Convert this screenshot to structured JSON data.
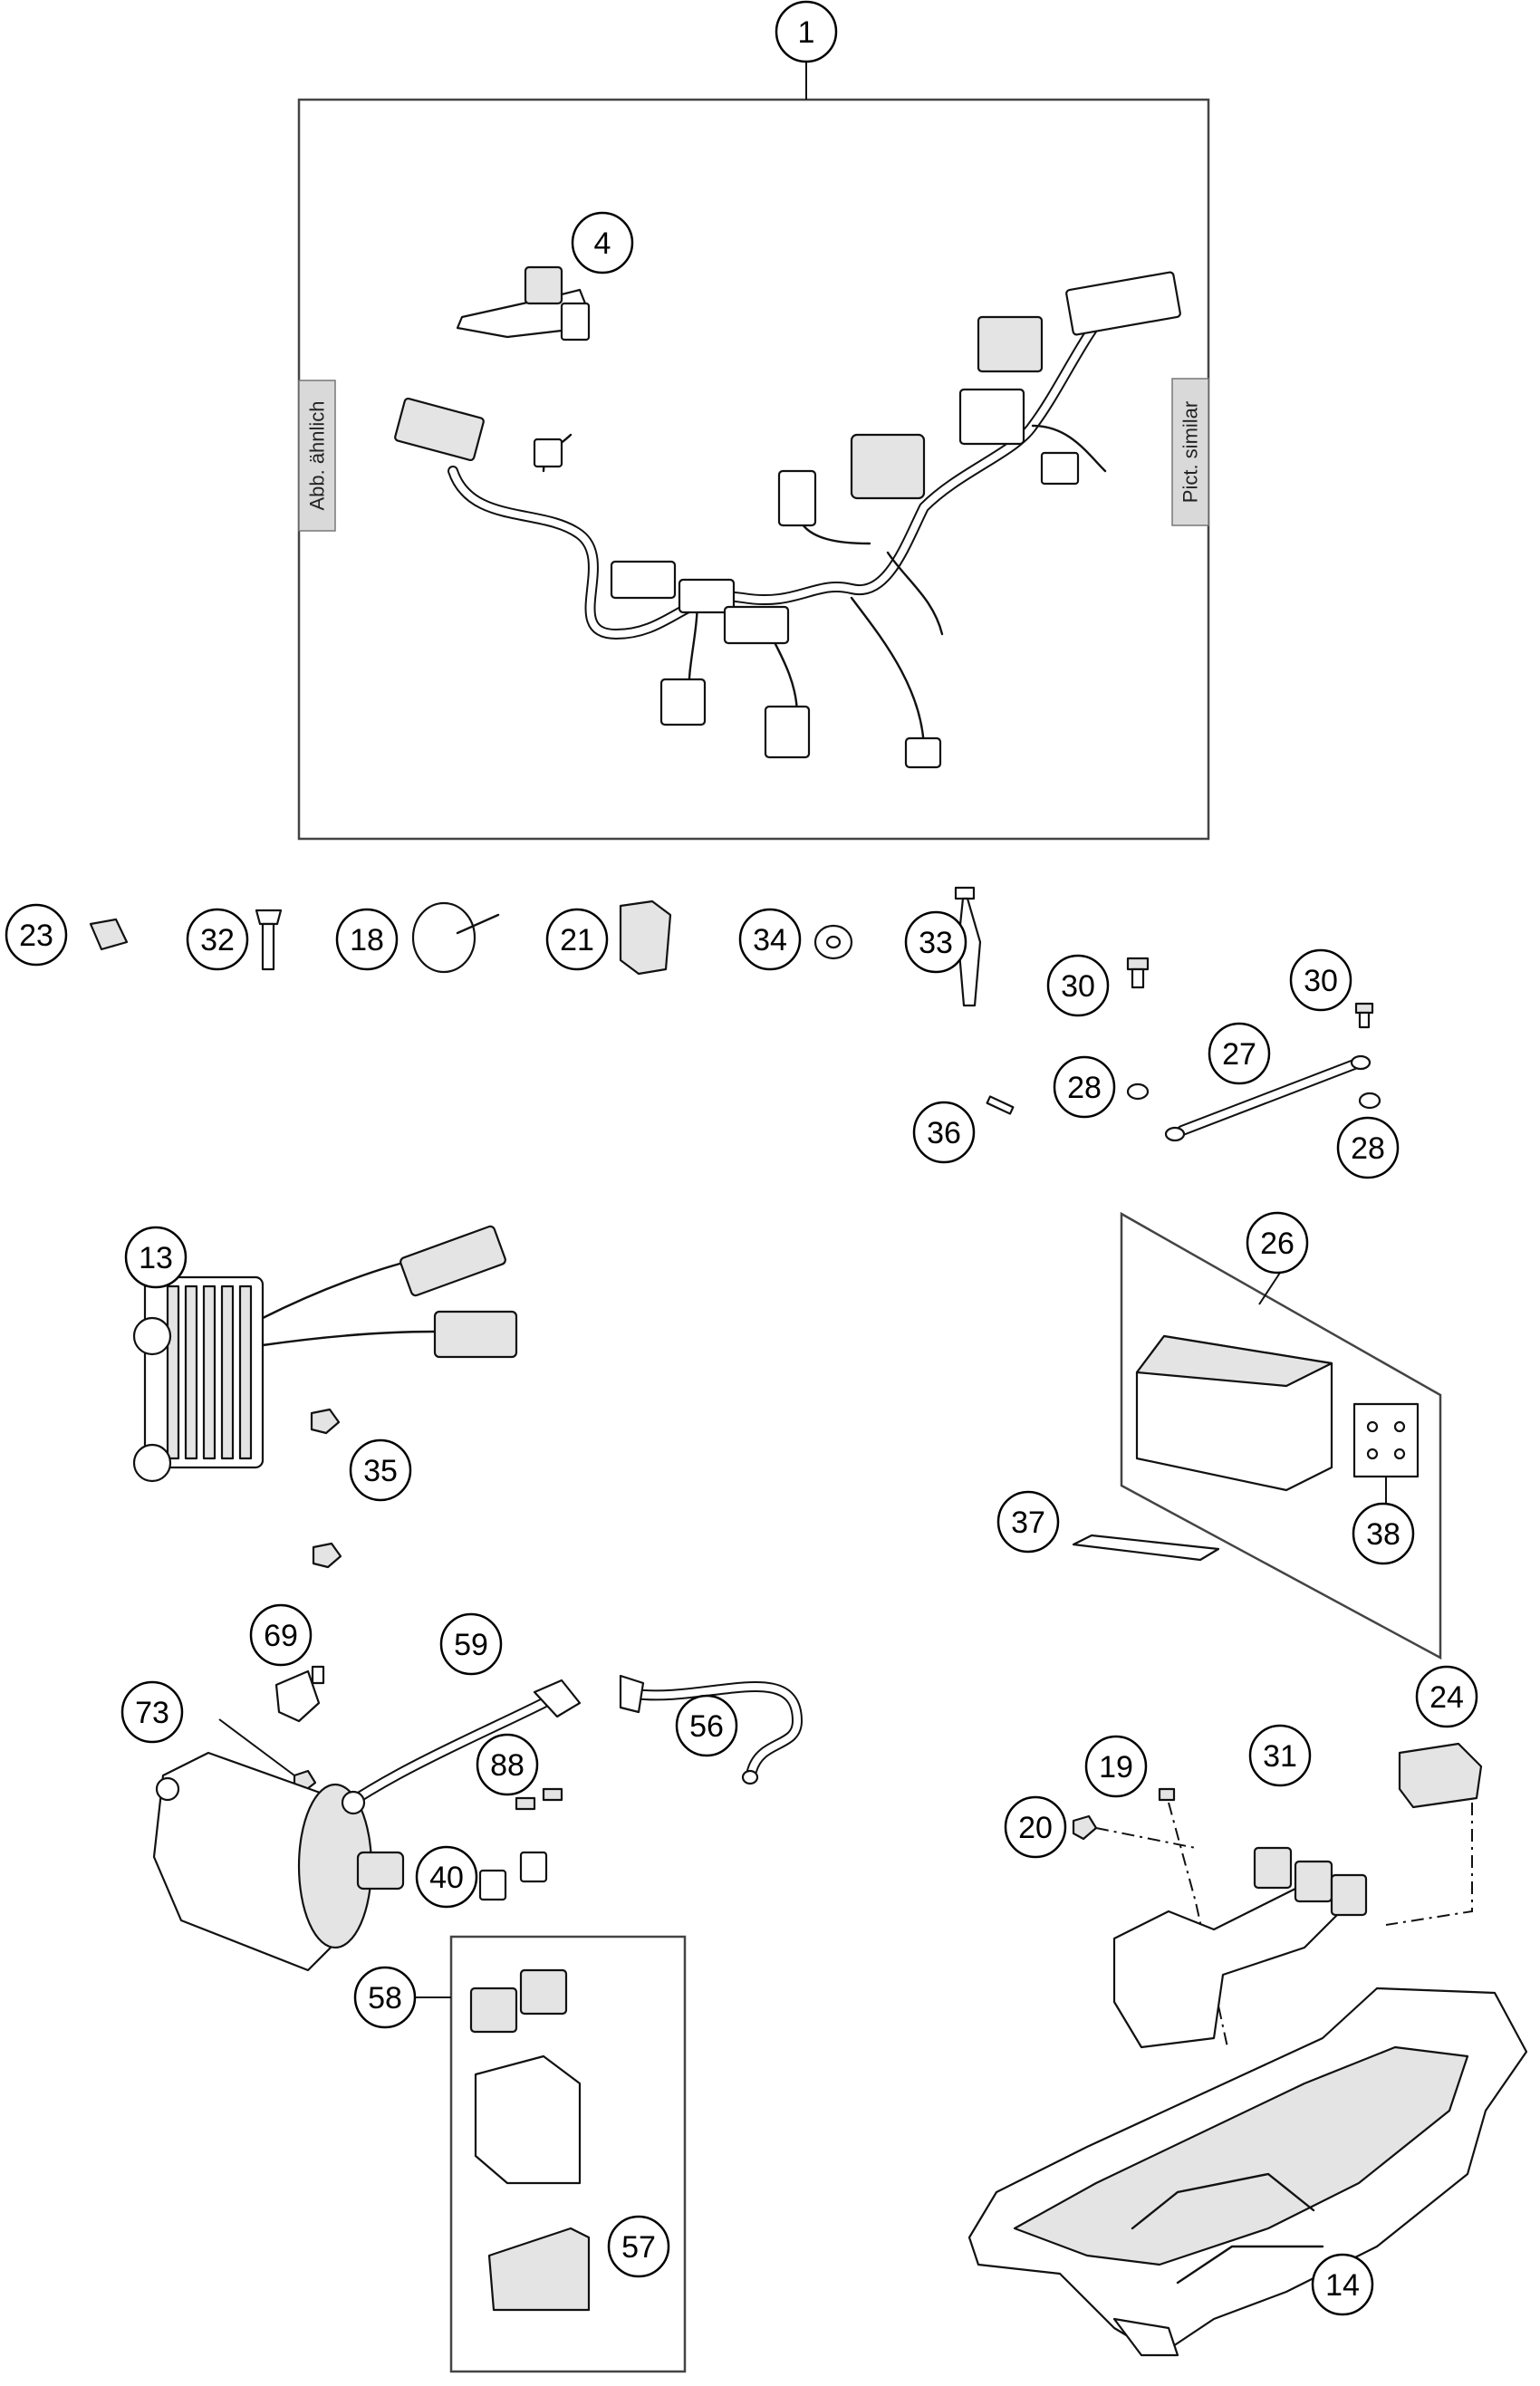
{
  "frame_labels": {
    "left": "Abb. ähnlich",
    "right": "Pict. similar"
  },
  "callouts": [
    {
      "id": "c1",
      "label": "1"
    },
    {
      "id": "c4",
      "label": "4"
    },
    {
      "id": "c23",
      "label": "23"
    },
    {
      "id": "c32",
      "label": "32"
    },
    {
      "id": "c18",
      "label": "18"
    },
    {
      "id": "c21",
      "label": "21"
    },
    {
      "id": "c34",
      "label": "34"
    },
    {
      "id": "c33",
      "label": "33"
    },
    {
      "id": "c30a",
      "label": "30"
    },
    {
      "id": "c30b",
      "label": "30"
    },
    {
      "id": "c27",
      "label": "27"
    },
    {
      "id": "c28a",
      "label": "28"
    },
    {
      "id": "c28b",
      "label": "28"
    },
    {
      "id": "c36",
      "label": "36"
    },
    {
      "id": "c13",
      "label": "13"
    },
    {
      "id": "c35",
      "label": "35"
    },
    {
      "id": "c26",
      "label": "26"
    },
    {
      "id": "c38",
      "label": "38"
    },
    {
      "id": "c37",
      "label": "37"
    },
    {
      "id": "c69",
      "label": "69"
    },
    {
      "id": "c59",
      "label": "59"
    },
    {
      "id": "c73",
      "label": "73"
    },
    {
      "id": "c56",
      "label": "56"
    },
    {
      "id": "c88",
      "label": "88"
    },
    {
      "id": "c40",
      "label": "40"
    },
    {
      "id": "c58",
      "label": "58"
    },
    {
      "id": "c57",
      "label": "57"
    },
    {
      "id": "c24",
      "label": "24"
    },
    {
      "id": "c19",
      "label": "19"
    },
    {
      "id": "c31",
      "label": "31"
    },
    {
      "id": "c20",
      "label": "20"
    },
    {
      "id": "c14",
      "label": "14"
    }
  ]
}
